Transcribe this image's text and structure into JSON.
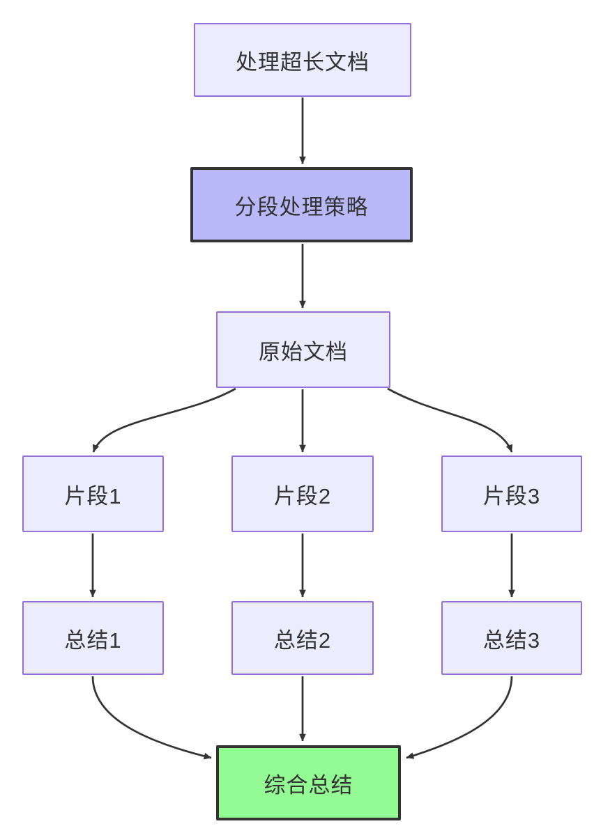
{
  "diagram": {
    "type": "flowchart",
    "direction": "top-down",
    "background": "#FFFFFF",
    "nodes": [
      {
        "id": "A",
        "label": "处理超长文档",
        "style": "default"
      },
      {
        "id": "B",
        "label": "分段处理策略",
        "style": "emphasis"
      },
      {
        "id": "C",
        "label": "原始文档",
        "style": "default"
      },
      {
        "id": "D1",
        "label": "片段1",
        "style": "default"
      },
      {
        "id": "D2",
        "label": "片段2",
        "style": "default"
      },
      {
        "id": "D3",
        "label": "片段3",
        "style": "default"
      },
      {
        "id": "E1",
        "label": "总结1",
        "style": "default"
      },
      {
        "id": "E2",
        "label": "总结2",
        "style": "default"
      },
      {
        "id": "E3",
        "label": "总结3",
        "style": "default"
      },
      {
        "id": "F",
        "label": "综合总结",
        "style": "success"
      }
    ],
    "edges": [
      {
        "from": "A",
        "to": "B"
      },
      {
        "from": "B",
        "to": "C"
      },
      {
        "from": "C",
        "to": "D1"
      },
      {
        "from": "C",
        "to": "D2"
      },
      {
        "from": "C",
        "to": "D3"
      },
      {
        "from": "D1",
        "to": "E1"
      },
      {
        "from": "D2",
        "to": "E2"
      },
      {
        "from": "D3",
        "to": "E3"
      },
      {
        "from": "E1",
        "to": "F"
      },
      {
        "from": "E2",
        "to": "F"
      },
      {
        "from": "E3",
        "to": "F"
      }
    ],
    "colors": {
      "node_fill": "#ECECFF",
      "node_border": "#9370DB",
      "emphasis_fill": "#B9B9FA",
      "emphasis_border": "#333333",
      "success_fill": "#94FB94",
      "success_border": "#333333",
      "edge": "#333333",
      "text": "#333333",
      "background": "#FFFFFF"
    }
  }
}
